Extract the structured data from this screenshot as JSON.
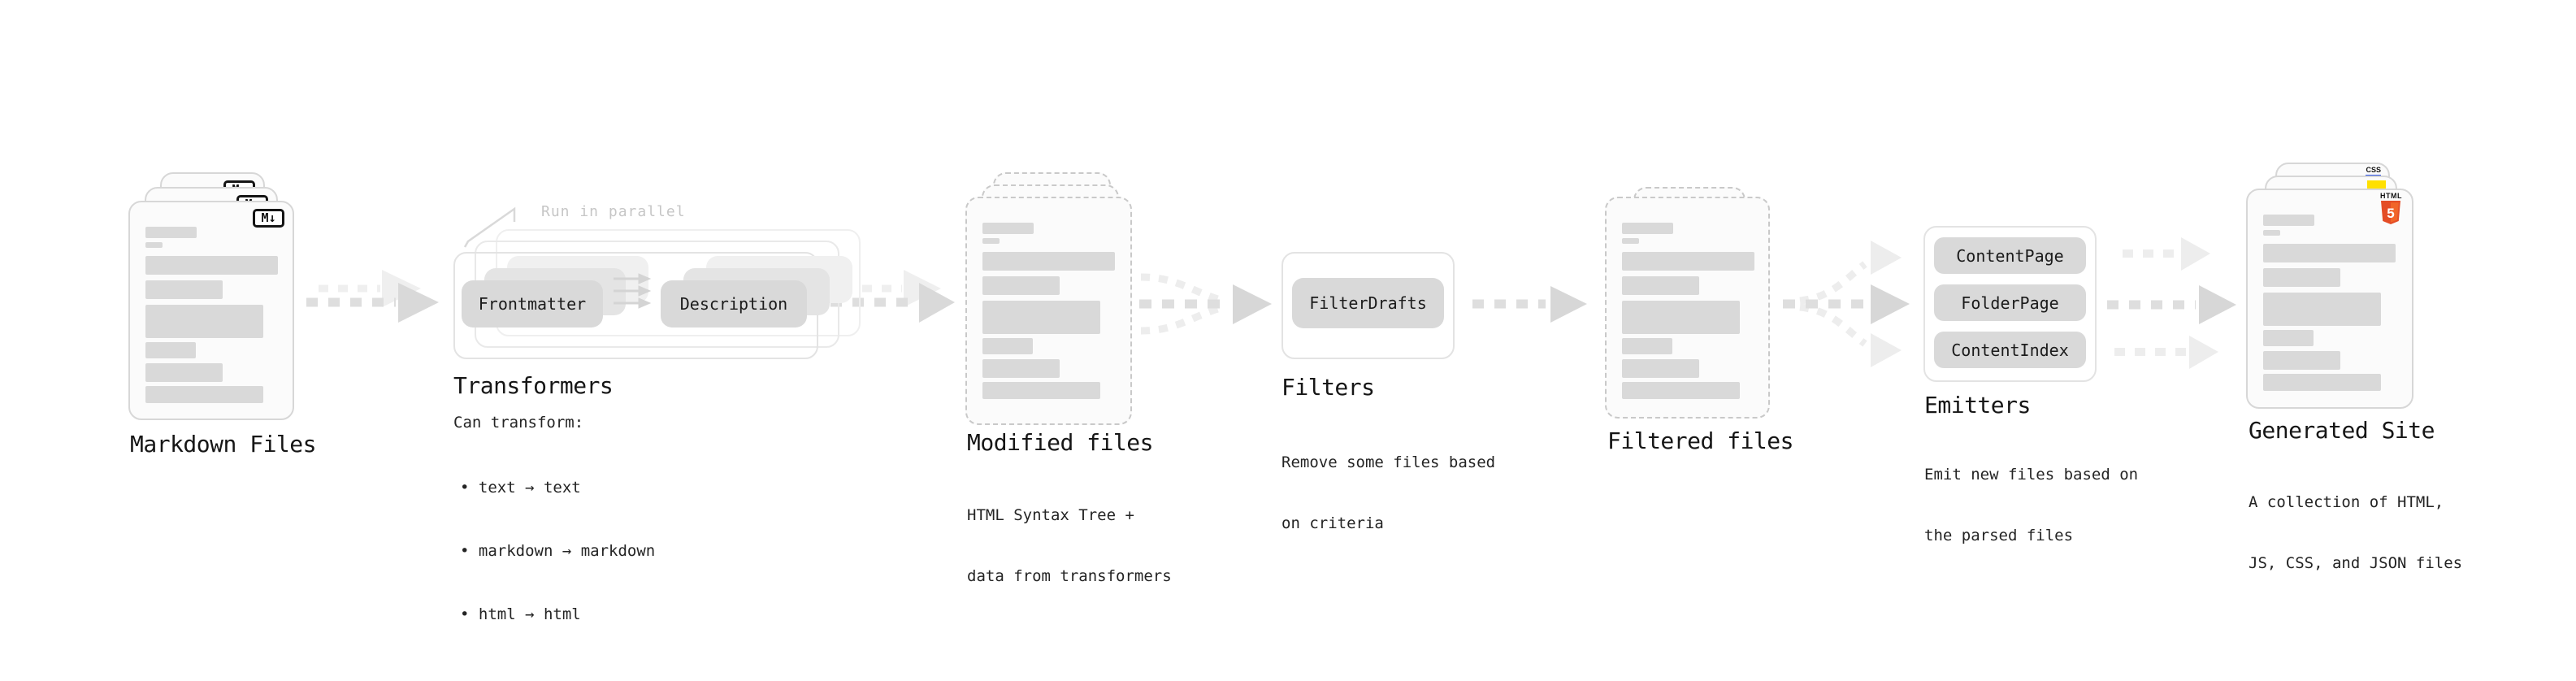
{
  "stages": {
    "markdown_files": {
      "label": "Markdown Files",
      "badge": "M↓"
    },
    "transformers": {
      "label": "Transformers",
      "annotation": "Run in parallel",
      "pills": [
        "Frontmatter",
        "Description"
      ],
      "caption_title": "Can transform:",
      "bullets": [
        "• text → text",
        "• markdown → markdown",
        "• html → html"
      ]
    },
    "modified_files": {
      "label": "Modified files",
      "caption": [
        "HTML Syntax Tree +",
        "data from transformers"
      ]
    },
    "filters": {
      "label": "Filters",
      "pill": "FilterDrafts",
      "caption": [
        "Remove some files based",
        "on criteria"
      ]
    },
    "filtered_files": {
      "label": "Filtered files"
    },
    "emitters": {
      "label": "Emitters",
      "pills": [
        "ContentPage",
        "FolderPage",
        "ContentIndex"
      ],
      "caption": [
        "Emit new files based on",
        "the parsed files"
      ]
    },
    "generated_site": {
      "label": "Generated Site",
      "caption": [
        "A collection of HTML,",
        "JS, CSS, and JSON files"
      ],
      "badges": {
        "css": "CSS",
        "html_text": "HTML",
        "html_number": "5"
      }
    }
  },
  "colors": {
    "pill_bg": "#d9d9d9",
    "card_border": "#d7d7d7",
    "dashed_border": "#c9c9c9",
    "arrow_gray": "#dedede",
    "arrow_light": "#efefef",
    "html5_orange": "#e44d26",
    "html5_orange_light": "#f16529",
    "js_yellow": "#ffe000",
    "css_blue": "#264de4",
    "annotation_gray": "#c6c6c6"
  }
}
